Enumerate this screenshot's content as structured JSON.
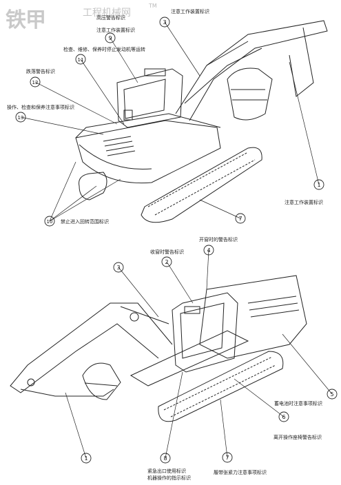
{
  "watermark": {
    "brand": "铁甲",
    "site": "工程机械网",
    "tm": "TM"
  },
  "top_callouts": [
    {
      "num": "1",
      "text": "注意工作装置标识"
    },
    {
      "num": "3",
      "text": "注意工作装置标识"
    },
    {
      "num": "7",
      "text": ""
    },
    {
      "num": "9",
      "text": "高压警告标识"
    },
    {
      "num": "10",
      "text": "禁止进入回转范围标识"
    },
    {
      "num": "11",
      "text": "检查、维修、保养时停止发动机等运转"
    },
    {
      "num": "12",
      "text": "跌落警告标识"
    },
    {
      "num": "13",
      "text": "操作、检查和保养注意事项标识"
    }
  ],
  "top_extra": "注意工作装置标识",
  "bottom_callouts": [
    {
      "num": "1",
      "text": ""
    },
    {
      "num": "2",
      "text": "收窗时警告标识"
    },
    {
      "num": "3",
      "text": ""
    },
    {
      "num": "4",
      "text": "开窗时的警告标识"
    },
    {
      "num": "5",
      "text": "蓄电池时注意事项标识"
    },
    {
      "num": "6",
      "text": "离开操作座椅警告标识"
    },
    {
      "num": "7",
      "text": "履带张紧力注意事项标识"
    },
    {
      "num": "8",
      "text": "紧急出口使用标识"
    }
  ],
  "bottom_extra": "机器操作的指示标识"
}
